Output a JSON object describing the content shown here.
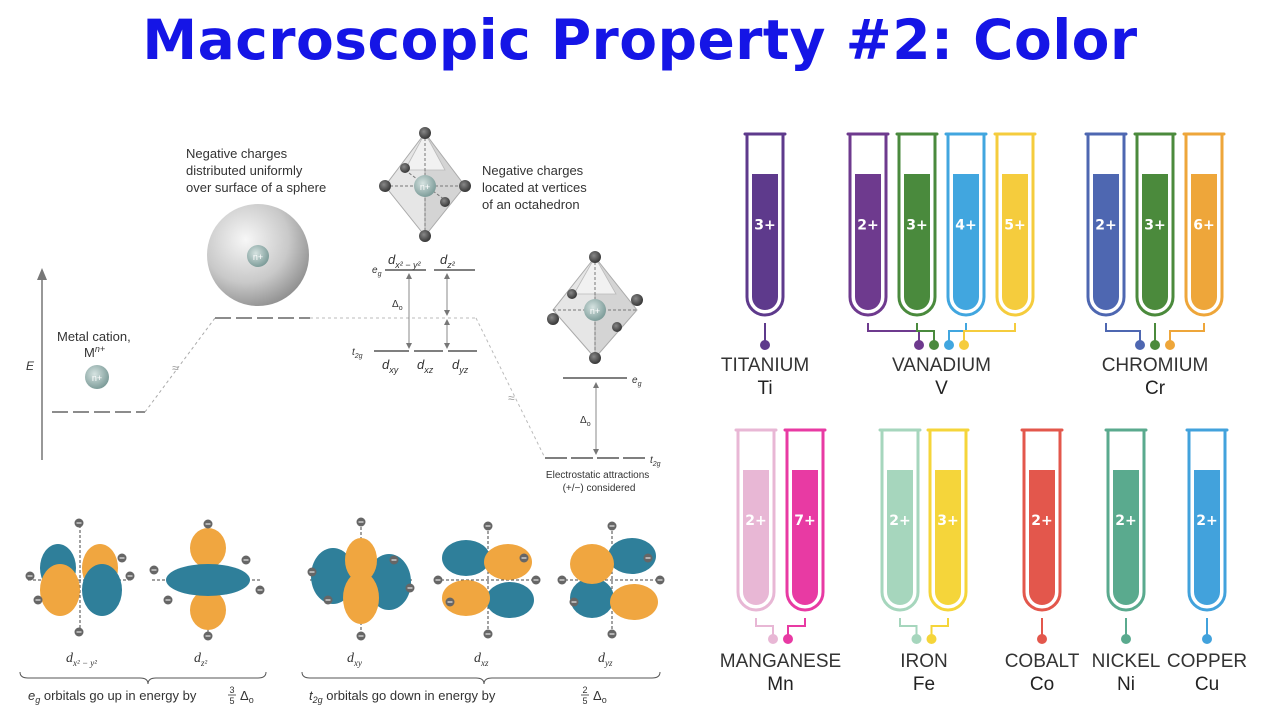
{
  "title": "Macroscopic Property #2: Color",
  "diagram": {
    "colors": {
      "orbital_orange": "#f0a640",
      "orbital_blue": "#2f7f9a",
      "cation": "#9fb6b3"
    },
    "sphere_label": [
      "Negative charges",
      "distributed uniformly",
      "over surface of a sphere"
    ],
    "octahedron_label": [
      "Negative charges",
      "located at vertices",
      "of an octahedron"
    ],
    "metal_label": "Metal cation,",
    "metal_formula": {
      "base": "M",
      "sup": "n+"
    },
    "cation_symbol": "n+",
    "energy_axis": "E",
    "eg": {
      "main": "e",
      "sub": "g"
    },
    "t2g": {
      "main": "t",
      "sub": "2g"
    },
    "delta": {
      "main": "Δ",
      "sub": "o"
    },
    "split_eg_orbitals": [
      {
        "main": "d",
        "sub": "x² − y²"
      },
      {
        "main": "d",
        "sub": "z²"
      }
    ],
    "split_t2g_orbitals": [
      {
        "main": "d",
        "sub": "xy"
      },
      {
        "main": "d",
        "sub": "xz"
      },
      {
        "main": "d",
        "sub": "yz"
      }
    ],
    "electrostatic_label": [
      "Electrostatic attractions",
      "(+/−) considered"
    ],
    "orbital_labels": [
      {
        "main": "d",
        "sub": "x² − y²"
      },
      {
        "main": "d",
        "sub": "z²"
      },
      {
        "main": "d",
        "sub": "xy"
      },
      {
        "main": "d",
        "sub": "xz"
      },
      {
        "main": "d",
        "sub": "yz"
      }
    ],
    "eg_caption": {
      "prefix": "e",
      "sub": "g",
      "text": " orbitals go up in energy by ",
      "num": "3",
      "den": "5",
      "delta": "Δ",
      "dsub": "o"
    },
    "t2g_caption": {
      "prefix": "t",
      "sub": "2g",
      "text": " orbitals go down in energy by ",
      "num": "2",
      "den": "5",
      "delta": "Δ",
      "dsub": "o"
    }
  },
  "elements": [
    {
      "name": "TITANIUM",
      "symbol": "Ti",
      "tubes": [
        {
          "label": "3+",
          "color": "#5e3a8c"
        }
      ]
    },
    {
      "name": "VANADIUM",
      "symbol": "V",
      "tubes": [
        {
          "label": "2+",
          "color": "#6e3a8e"
        },
        {
          "label": "3+",
          "color": "#4a8a3d"
        },
        {
          "label": "4+",
          "color": "#41a6df"
        },
        {
          "label": "5+",
          "color": "#f5cc3d"
        }
      ]
    },
    {
      "name": "CHROMIUM",
      "symbol": "Cr",
      "tubes": [
        {
          "label": "2+",
          "color": "#4e67b1"
        },
        {
          "label": "3+",
          "color": "#4b8a3c"
        },
        {
          "label": "6+",
          "color": "#eea63a"
        }
      ]
    },
    {
      "name": "MANGANESE",
      "symbol": "Mn",
      "tubes": [
        {
          "label": "2+",
          "color": "#e8b7d5"
        },
        {
          "label": "7+",
          "color": "#e83aa3"
        }
      ]
    },
    {
      "name": "IRON",
      "symbol": "Fe",
      "tubes": [
        {
          "label": "2+",
          "color": "#a6d6bd"
        },
        {
          "label": "3+",
          "color": "#f5d53a"
        }
      ]
    },
    {
      "name": "COBALT",
      "symbol": "Co",
      "tubes": [
        {
          "label": "2+",
          "color": "#e3574c"
        }
      ]
    },
    {
      "name": "NICKEL",
      "symbol": "Ni",
      "tubes": [
        {
          "label": "2+",
          "color": "#5aaa8e"
        }
      ]
    },
    {
      "name": "COPPER",
      "symbol": "Cu",
      "tubes": [
        {
          "label": "2+",
          "color": "#42a2dc"
        }
      ]
    }
  ]
}
